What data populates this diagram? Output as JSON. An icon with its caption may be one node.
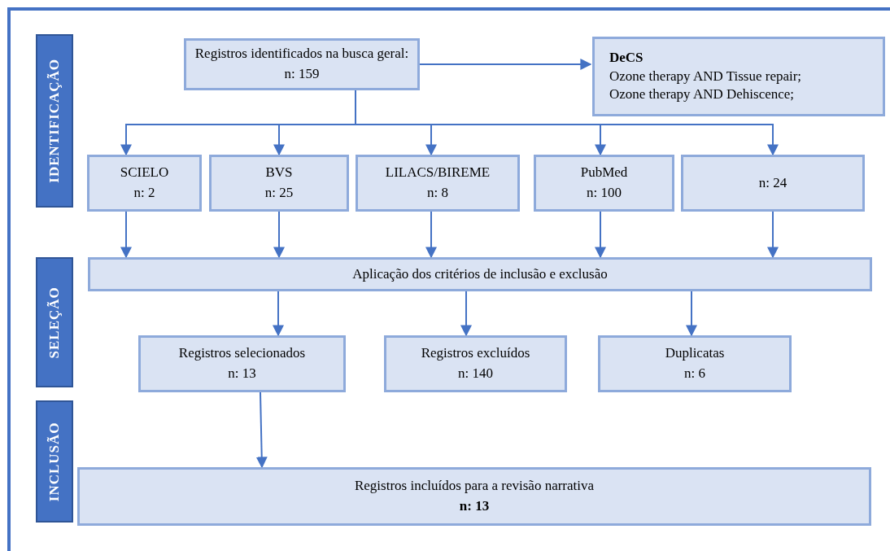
{
  "diagram": {
    "nodes": [
      {
        "text": [
          "IDENTIFICAÇÃO"
        ]
      },
      {
        "text": [
          "SELEÇÃO"
        ]
      },
      {
        "text": [
          "INCLUSÃO"
        ]
      },
      {
        "text": [
          "Registros identificados na busca geral:",
          "n: 159"
        ]
      },
      {
        "text": [
          "DeCS",
          "Ozone therapy AND Tissue repair;",
          "Ozone therapy AND Dehiscence;"
        ]
      },
      {
        "text": [
          "SCIELO",
          "n: 2"
        ]
      },
      {
        "text": [
          "BVS",
          "n: 25"
        ]
      },
      {
        "text": [
          "LILACS/BIREME",
          "n: 8"
        ]
      },
      {
        "text": [
          "PubMed",
          "n: 100"
        ]
      },
      {
        "text": [
          "n: 24"
        ]
      },
      {
        "text": [
          "Aplicação dos critérios de inclusão e exclusão"
        ]
      },
      {
        "text": [
          "Registros selecionados",
          "n: 13"
        ]
      },
      {
        "text": [
          "Registros excluídos",
          "n: 140"
        ]
      },
      {
        "text": [
          "Duplicatas",
          "n: 6"
        ]
      },
      {
        "text": [
          "Registros incluídos para a revisão narrativa",
          "**n: 13**"
        ]
      }
    ],
    "edges": [
      {
        "from": 3,
        "to": 4,
        "arrow": "to"
      },
      {
        "from": 3,
        "to": 5,
        "arrow": "to"
      },
      {
        "from": 3,
        "to": 6,
        "arrow": "to"
      },
      {
        "from": 3,
        "to": 7,
        "arrow": "to"
      },
      {
        "from": 3,
        "to": 8,
        "arrow": "to"
      },
      {
        "from": 3,
        "to": 9,
        "arrow": "to"
      },
      {
        "from": 5,
        "to": 10,
        "arrow": "to"
      },
      {
        "from": 6,
        "to": 10,
        "arrow": "to"
      },
      {
        "from": 7,
        "to": 10,
        "arrow": "to"
      },
      {
        "from": 8,
        "to": 10,
        "arrow": "to"
      },
      {
        "from": 9,
        "to": 10,
        "arrow": "to"
      },
      {
        "from": 10,
        "to": 11,
        "arrow": "to"
      },
      {
        "from": 10,
        "to": 12,
        "arrow": "to"
      },
      {
        "from": 10,
        "to": 13,
        "arrow": "to"
      },
      {
        "from": 11,
        "to": 14,
        "arrow": "to"
      }
    ]
  }
}
